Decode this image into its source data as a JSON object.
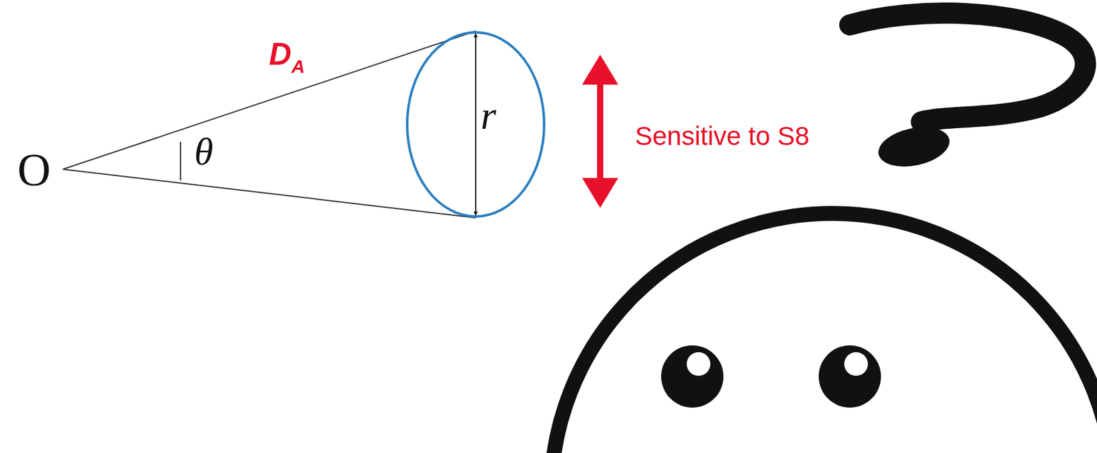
{
  "diagram": {
    "nodes": [
      {
        "text": [
          "r"
        ]
      }
    ],
    "labels": [
      "O",
      "D",
      "A",
      "θ",
      "Sensitive to S8"
    ]
  }
}
